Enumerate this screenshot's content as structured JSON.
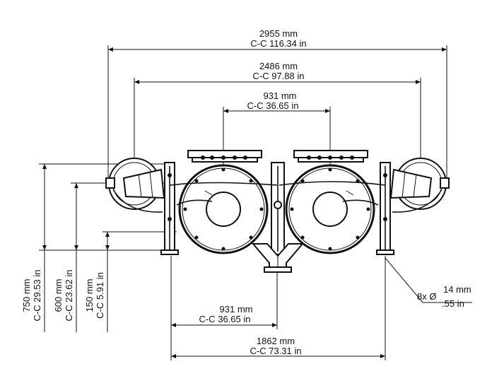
{
  "dimensions": {
    "overall_width": {
      "mm": "2955 mm",
      "in": "C-C 116.34 in"
    },
    "inlet_span": {
      "mm": "2486 mm",
      "in": "C-C 97.88 in"
    },
    "top_center": {
      "mm": "931 mm",
      "in": "C-C 36.65 in"
    },
    "bottom_center": {
      "mm": "931 mm",
      "in": "C-C 36.65 in"
    },
    "base_width": {
      "mm": "1862 mm",
      "in": "C-C 73.31 in"
    },
    "height_750": {
      "mm": "750 mm",
      "in": "C-C 29.53 in"
    },
    "height_600": {
      "mm": "600 mm",
      "in": "C-C 23.62 in"
    },
    "height_150": {
      "mm": "150 mm",
      "in": "C-C 5.91 in"
    },
    "holes": {
      "count": "8x Ø",
      "mm": "14 mm",
      "in": ".55 in"
    }
  }
}
